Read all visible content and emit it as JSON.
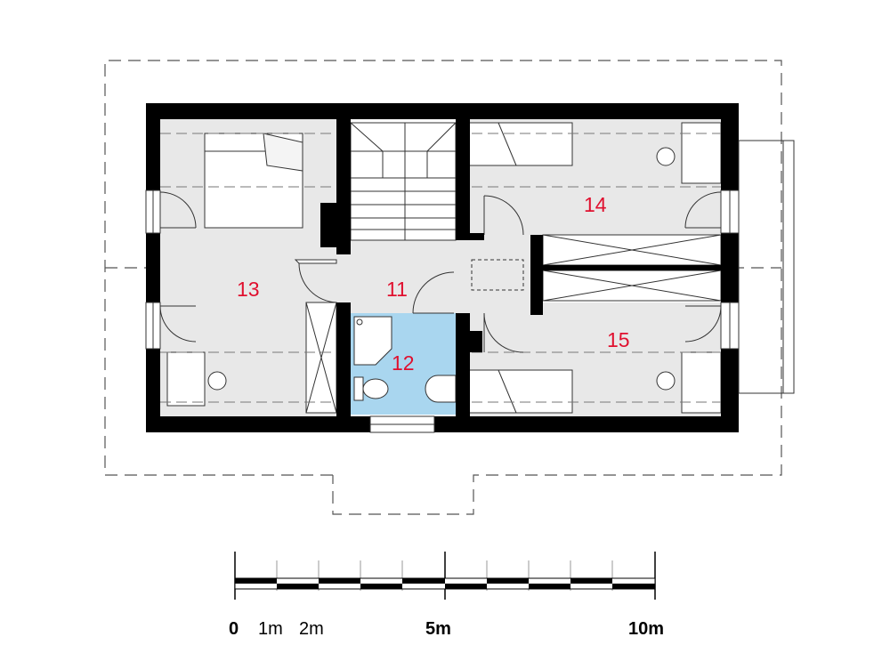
{
  "rooms": [
    {
      "id": "11",
      "label": "11"
    },
    {
      "id": "12",
      "label": "12"
    },
    {
      "id": "13",
      "label": "13"
    },
    {
      "id": "14",
      "label": "14"
    },
    {
      "id": "15",
      "label": "15"
    }
  ],
  "scale_bar": {
    "labels": [
      "0",
      "1m",
      "2m",
      "5m",
      "10m"
    ]
  },
  "colors": {
    "wall": "#000000",
    "floor": "#e8e8e8",
    "bathroom": "#a9d6ef",
    "room_label": "#e0102f"
  }
}
